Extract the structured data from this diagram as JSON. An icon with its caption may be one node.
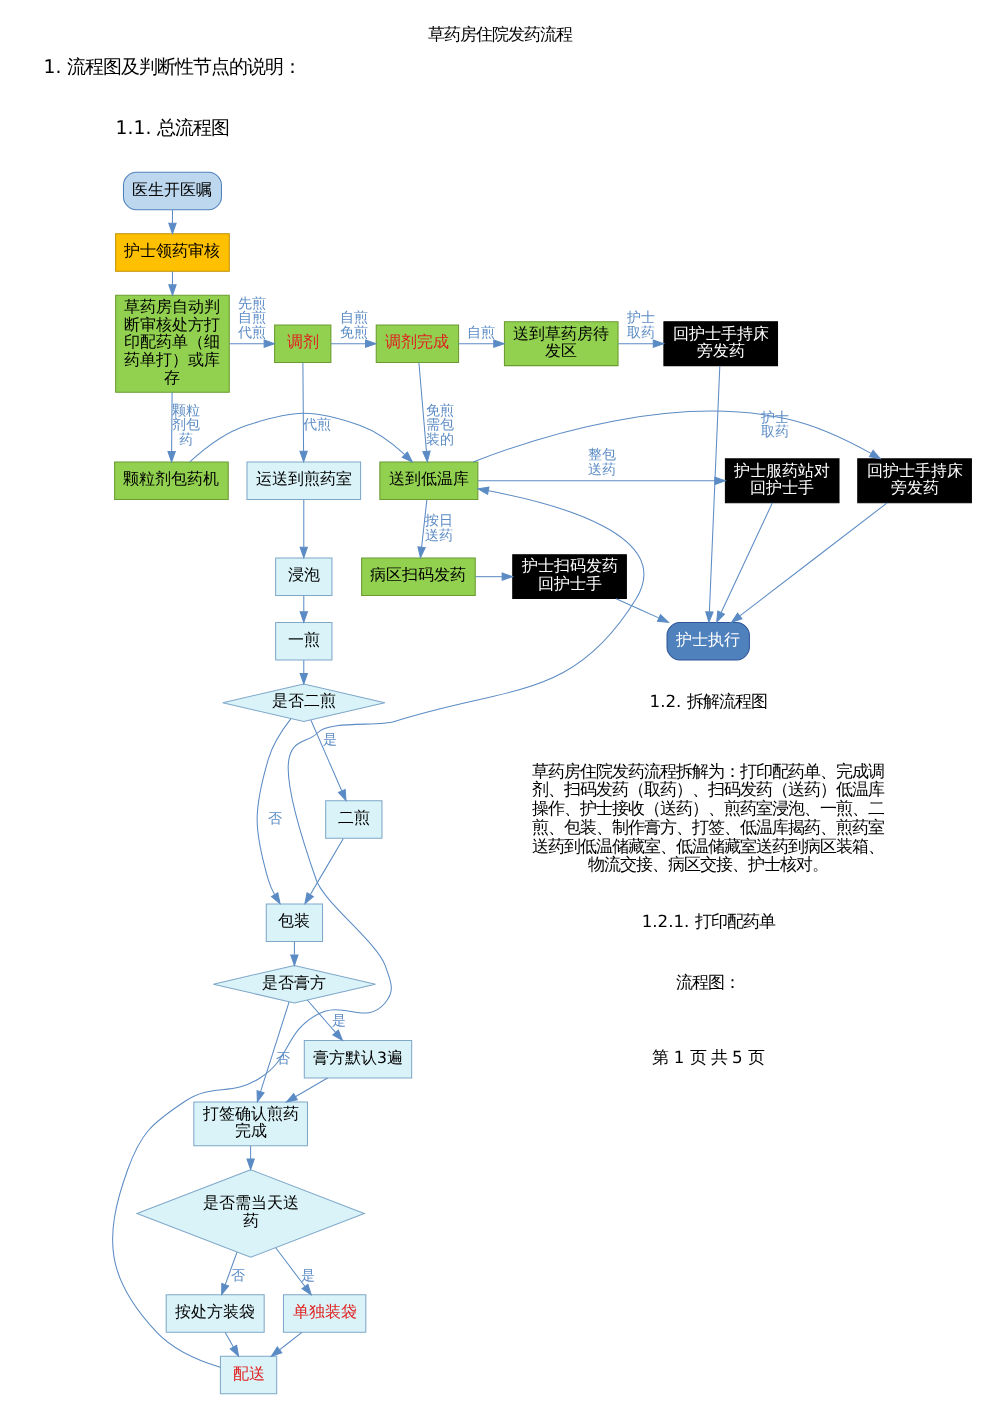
{
  "diagram": {
    "title": "草药房住院发药流程",
    "nodes": [
      {
        "text": [
          "草药房自动判断审核处方打印配药单（细药单打）或库存"
        ]
      },
      {
        "text": [
          "调剂"
        ]
      },
      {
        "text": [
          "调剂完成"
        ]
      },
      {
        "text": [
          "送到草药房待发区"
        ]
      },
      {
        "text": [
          "运送到煎药室"
        ]
      },
      {
        "text": [
          "颗粒剂包药机"
        ]
      },
      {
        "text": [
          "送到低温库"
        ]
      },
      {
        "text": [
          "浸泡"
        ]
      },
      {
        "text": [
          "一煎"
        ]
      },
      {
        "text": [
          "是否二煎"
        ]
      },
      {
        "text": [
          "二煎"
        ]
      },
      {
        "text": [
          "包装"
        ]
      },
      {
        "text": [
          "是否膏方"
        ]
      },
      {
        "text": [
          "膏方默认3遍"
        ]
      },
      {
        "text": [
          "打签确认煎药完成"
        ]
      },
      {
        "text": [
          "是否需当天送药"
        ]
      },
      {
        "text": [
          "单独装袋"
        ]
      },
      {
        "text": [
          "按处方装袋"
        ]
      },
      {
        "text": [
          "配送"
        ]
      },
      {
        "text": [
          "病区扫码发药"
        ]
      },
      {
        "text": [
          "回护士手持床旁发药"
        ]
      },
      {
        "text": [
          "回护士手持床旁发药"
        ]
      },
      {
        "text": [
          "护士服药站对回护士手"
        ]
      },
      {
        "text": [
          "护士扫码发药回护士手"
        ]
      },
      {
        "text": [
          "护士执行"
        ]
      },
      {
        "text": [
          "护士领药审核"
        ]
      },
      {
        "text": [
          "医生开医嘱"
        ]
      }
    ],
    "edges": [
      {
        "from": 26,
        "to": 25,
        "arrow": "to"
      },
      {
        "from": 25,
        "to": 0,
        "arrow": "to"
      },
      {
        "from": 0,
        "to": 1,
        "arrow": "to",
        "label": "先煎自煎代煎"
      },
      {
        "from": 0,
        "to": 5,
        "arrow": "to",
        "label": "颗粒剂包药"
      },
      {
        "from": 1,
        "to": 2,
        "arrow": "to",
        "label": "自煎免煎"
      },
      {
        "from": 1,
        "to": 4,
        "arrow": "to",
        "label": "代煎"
      },
      {
        "from": 2,
        "to": 3,
        "arrow": "to",
        "label": "自煎"
      },
      {
        "from": 2,
        "to": 6,
        "arrow": "to",
        "label": "免煎需包装的"
      },
      {
        "from": 5,
        "to": 6,
        "arrow": "to"
      },
      {
        "from": 3,
        "to": 20,
        "arrow": "to",
        "label": "护士取药"
      },
      {
        "from": 6,
        "to": 21,
        "arrow": "to",
        "label": "护士取药"
      },
      {
        "from": 6,
        "to": 22,
        "arrow": "to",
        "label": "整包送药"
      },
      {
        "from": 6,
        "to": 19,
        "arrow": "to",
        "label": "按日送药"
      },
      {
        "from": 19,
        "to": 23,
        "arrow": "to"
      },
      {
        "from": 20,
        "to": 24,
        "arrow": "to"
      },
      {
        "from": 21,
        "to": 24,
        "arrow": "to"
      },
      {
        "from": 22,
        "to": 24,
        "arrow": "to"
      },
      {
        "from": 23,
        "to": 24,
        "arrow": "to"
      },
      {
        "from": 4,
        "to": 7,
        "arrow": "to"
      },
      {
        "from": 7,
        "to": 8,
        "arrow": "to"
      },
      {
        "from": 8,
        "to": 9,
        "arrow": "to"
      },
      {
        "from": 9,
        "to": 10,
        "arrow": "to",
        "label": "是"
      },
      {
        "from": 9,
        "to": 11,
        "arrow": "to",
        "label": "否"
      },
      {
        "from": 10,
        "to": 11,
        "arrow": "to"
      },
      {
        "from": 11,
        "to": 12,
        "arrow": "to"
      },
      {
        "from": 12,
        "to": 14,
        "arrow": "to",
        "label": "否"
      },
      {
        "from": 12,
        "to": 13,
        "arrow": "to",
        "label": "是"
      },
      {
        "from": 13,
        "to": 14,
        "arrow": "to"
      },
      {
        "from": 14,
        "to": 15,
        "arrow": "to"
      },
      {
        "from": 15,
        "to": 16,
        "arrow": "to",
        "label": "是"
      },
      {
        "from": 15,
        "to": 17,
        "arrow": "to",
        "label": "否"
      },
      {
        "from": 16,
        "to": 18,
        "arrow": "to"
      },
      {
        "from": 17,
        "to": 18,
        "arrow": "to"
      },
      {
        "from": 18,
        "to": 6,
        "arrow": "to"
      }
    ],
    "labels": [
      "1. 流程图及判断性节点的说明：",
      "1.1. 总流程图",
      "1.2. 拆解流程图",
      "草药房住院发药流程拆解为：打印配药单、完成调剂、扫码发药（取药）、扫码发药（送药）低温库操作、护士接收（送药）、煎药室浸泡、一煎、二煎、包装、制作膏方、打签、低温库揭药、煎药室送药到低温储藏室、低温储藏室送药到病区装箱、物流交接、病区交接、护士核对。",
      "1.2.1. 打印配药单",
      "流程图：",
      "第 1 页 共 5 页"
    ]
  }
}
